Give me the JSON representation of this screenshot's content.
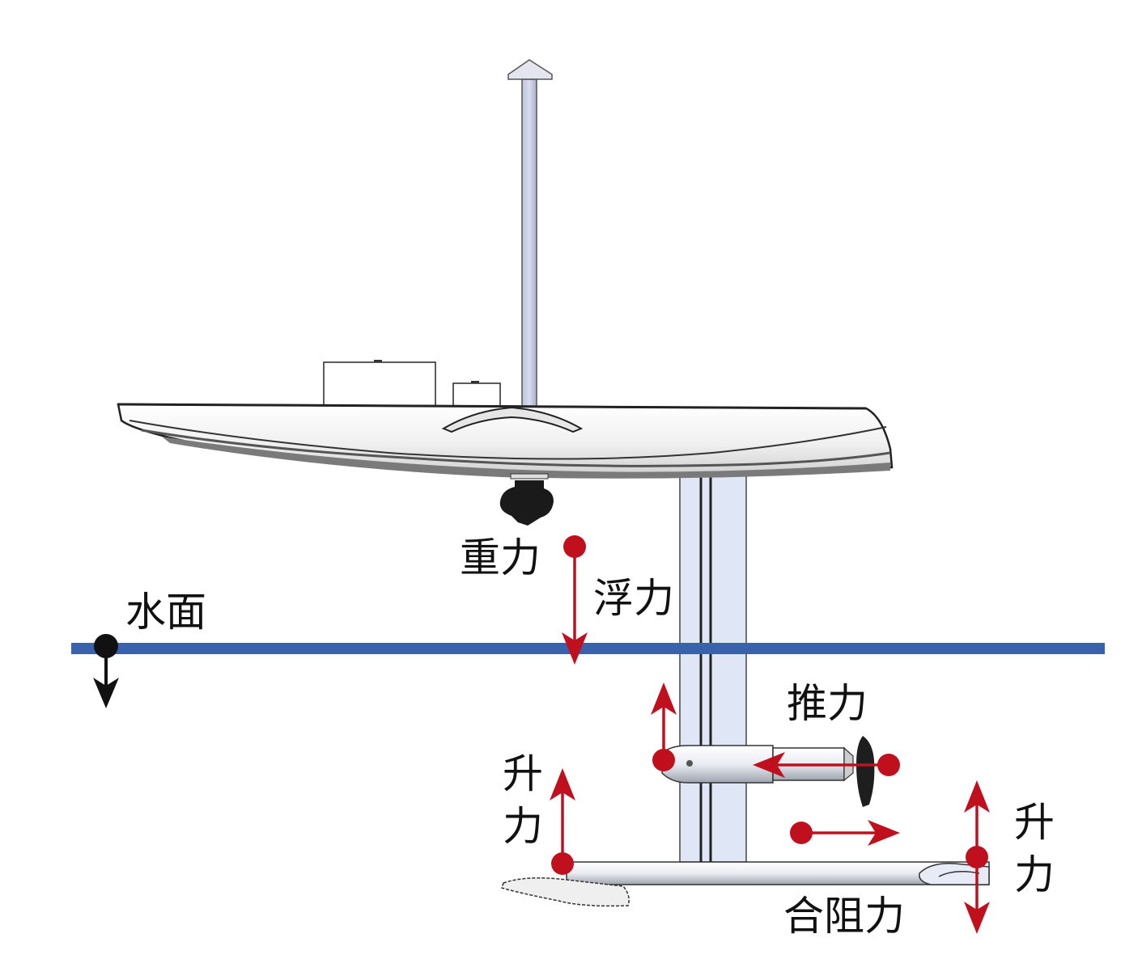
{
  "diagram": {
    "title": "",
    "colors": {
      "force_arrow": "#c0101e",
      "water_line": "#3a62ac",
      "water_marker": "#111111",
      "strut": "#dfe6f5",
      "hull": "#f2f2f2"
    },
    "labels": {
      "water_surface": "水面",
      "gravity": "重力",
      "buoyancy": "浮力",
      "thrust": "推力",
      "lift_left": [
        "升",
        "力"
      ],
      "lift_right": [
        "升",
        "力"
      ],
      "resultant_drag": "合阻力"
    },
    "components": [
      "antenna-mast",
      "hull",
      "deck-box-large",
      "deck-box-small",
      "carry-handle",
      "camera-pod",
      "vertical-strut",
      "thruster-motor",
      "propeller",
      "horizontal-boom",
      "front-hydrofoil",
      "rear-hydrofoil"
    ],
    "forces": [
      {
        "name": "gravity",
        "direction": "down"
      },
      {
        "name": "buoyancy",
        "direction": "up"
      },
      {
        "name": "thrust",
        "direction": "left"
      },
      {
        "name": "lift-left",
        "direction": "up"
      },
      {
        "name": "lift-right",
        "direction": "up-down"
      },
      {
        "name": "resultant-drag",
        "direction": "right"
      },
      {
        "name": "water-surface-marker",
        "direction": "down"
      }
    ]
  }
}
